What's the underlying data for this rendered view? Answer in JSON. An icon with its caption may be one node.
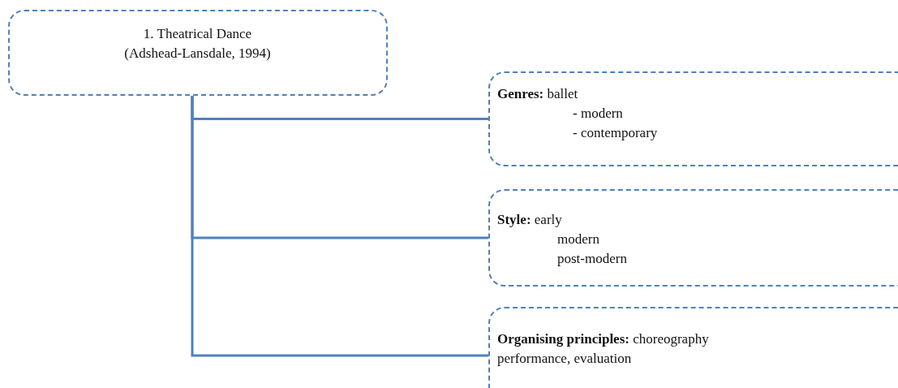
{
  "diagram": {
    "nodes": [
      {
        "text": [
          "1. Theatrical Dance",
          "(Adshead-Lansdale, 1994)"
        ]
      },
      {
        "text": [
          "**Genres:** ballet",
          "- modern",
          "- contemporary"
        ]
      },
      {
        "text": [
          "**Style:** early",
          "modern",
          "post-modern"
        ]
      },
      {
        "text": [
          "**Organising principles:** choreography performance, evaluation"
        ]
      }
    ],
    "edges": [
      {
        "from": 0,
        "to": 1,
        "arrow": "none"
      },
      {
        "from": 0,
        "to": 2,
        "arrow": "none"
      },
      {
        "from": 0,
        "to": 3,
        "arrow": "none"
      }
    ]
  }
}
